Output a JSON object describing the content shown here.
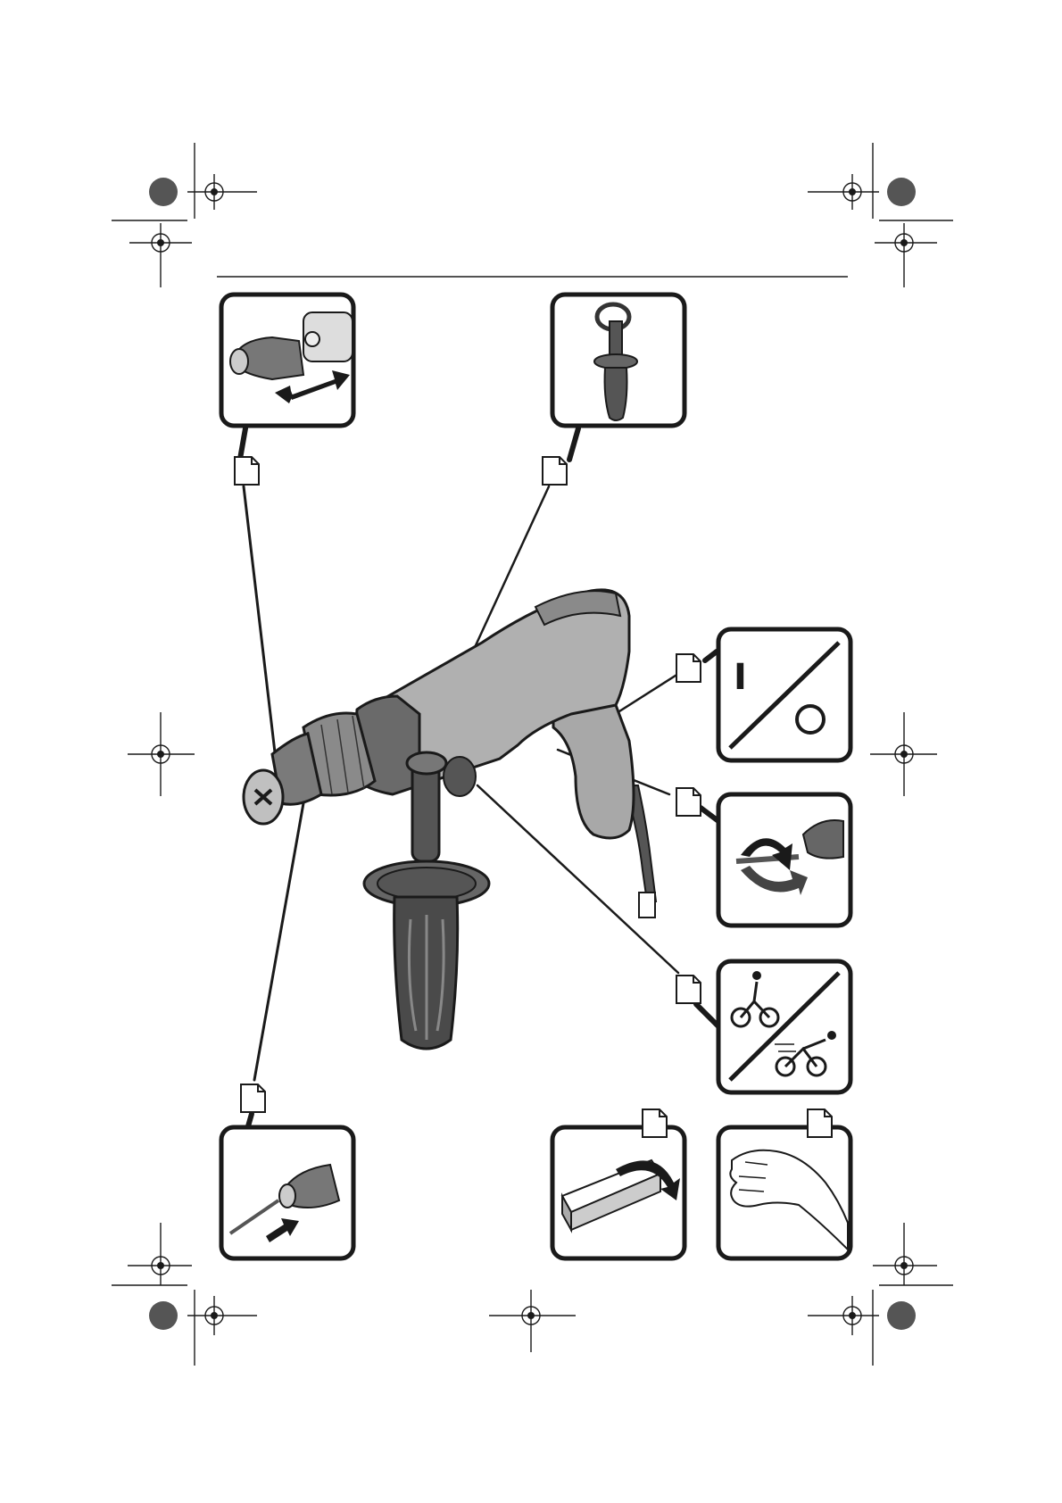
{
  "page": {
    "description_free": true,
    "background": "#ffffff",
    "ink": "#1a1a1a",
    "tool_grey": "#9a9a9a",
    "tool_dark": "#555555"
  },
  "panels": [
    {
      "id": "chuck-change",
      "icon": "keyless-chuck-remove-icon"
    },
    {
      "id": "auxiliary-handle",
      "icon": "auxiliary-handle-icon"
    },
    {
      "id": "on-off-switch",
      "icon": "on-off-switch-icon",
      "symbol_on": "I"
    },
    {
      "id": "rotation-direction",
      "icon": "rotation-direction-icon"
    },
    {
      "id": "gear-selection",
      "icon": "gear-selector-icon"
    },
    {
      "id": "insert-bit",
      "icon": "insert-drill-bit-icon"
    },
    {
      "id": "open-case",
      "icon": "open-case-icon"
    },
    {
      "id": "hand-vibration",
      "icon": "hand-icon"
    }
  ]
}
